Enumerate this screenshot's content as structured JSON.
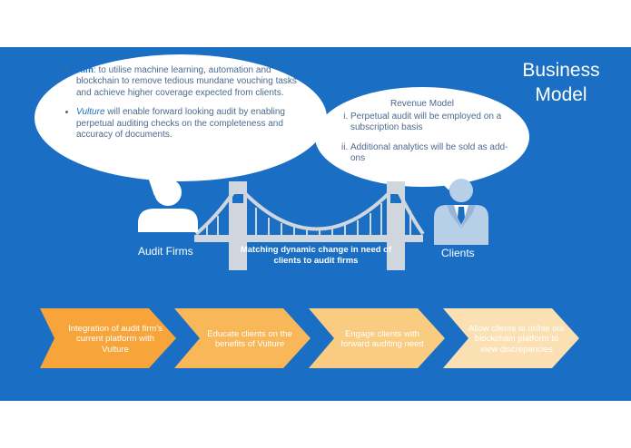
{
  "title": "Business Model",
  "bubble_aim": {
    "aim_label": "Aim",
    "aim_text": ": to utilise machine learning, automation and blockchain to remove tedious mundane vouching tasks and achieve higher coverage expected from clients.",
    "vulture_label": "Vulture",
    "vulture_text": " will enable forward looking audit by enabling perpetual auditing checks on the completeness and accuracy of documents."
  },
  "bubble_revenue": {
    "heading": "Revenue Model",
    "items": [
      "Perpetual audit will be employed on a subscription basis",
      "Additional analytics will be sold as add-ons"
    ]
  },
  "left_label": "Audit Firms",
  "right_label": "Clients",
  "bridge_caption": "Matching dynamic change in need of clients to audit firms",
  "steps": [
    "Integration of audit firm's current platform with Vulture",
    "Educate clients on the benefits of Vulture",
    "Engage clients with forward auditing need",
    "Allow clients to utilise our blockchain platform to view discrepancies"
  ],
  "colors": {
    "background": "#1a6fc4",
    "step_fill": [
      "#f7a53a",
      "#f8b85a",
      "#f9cc82",
      "#fbe0b4"
    ]
  },
  "icons": [
    "person-icon",
    "businessman-icon",
    "bridge-icon"
  ]
}
